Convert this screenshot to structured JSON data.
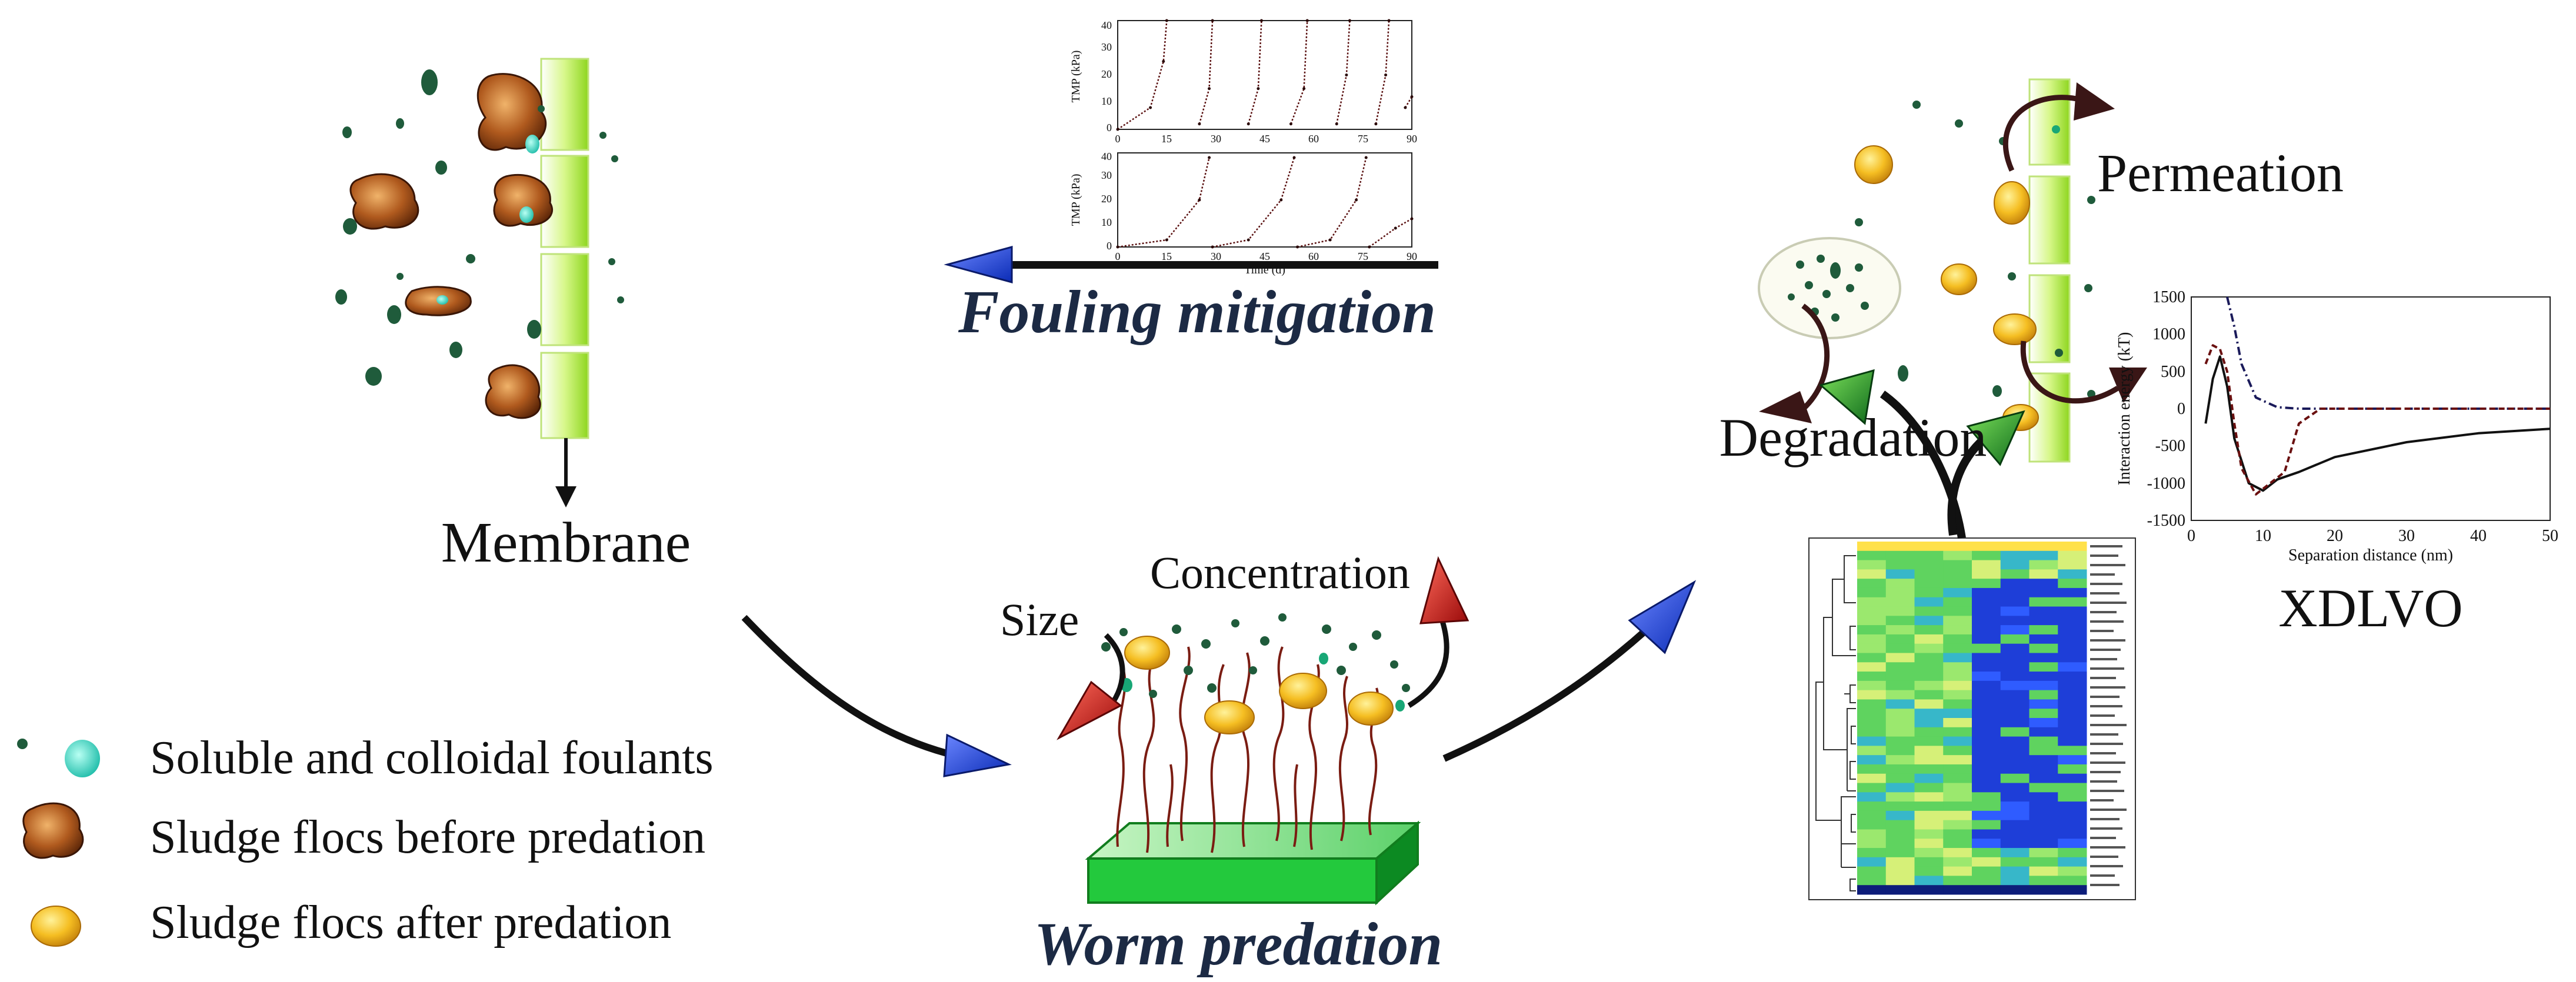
{
  "labels": {
    "membrane": "Membrane",
    "fouling_mitigation": "Fouling mitigation",
    "worm_predation": "Worm predation",
    "size": "Size",
    "concentration": "Concentration",
    "degradation": "Degradation",
    "permeation": "Permeation",
    "xdlvo": "XDLVO"
  },
  "legend": {
    "items": [
      {
        "text": "Soluble and colloidal foulants",
        "icon": "foulant-particles-icon"
      },
      {
        "text": "Sludge flocs before predation",
        "icon": "brown-floc-icon"
      },
      {
        "text": "Sludge flocs after predation",
        "icon": "yellow-floc-icon"
      }
    ]
  },
  "colors": {
    "membrane_green": "#c8f25a",
    "dark_green_dot": "#1e5a3a",
    "cyan_particle": "#2fd7c2",
    "brown_floc": "#8a4316",
    "yellow_floc": "#f1b21e",
    "arrow_black": "#111111",
    "arrow_blue": "#1e3fd8",
    "arrow_red": "#c41818",
    "arrow_green": "#17822a",
    "arrow_dark_red": "#3a1616"
  },
  "tmp_chart": {
    "ylabel": "TMP (kPa)",
    "xlabel": "Time (d)",
    "y_ticks": [
      "0",
      "10",
      "20",
      "30",
      "40"
    ],
    "x_ticks": [
      "0",
      "15",
      "30",
      "45",
      "60",
      "75",
      "90"
    ]
  },
  "chart_data": [
    {
      "type": "line",
      "title": "",
      "xlabel": "Time (d)",
      "ylabel": "TMP (kPa)",
      "xlim": [
        0,
        90
      ],
      "ylim": [
        0,
        40
      ],
      "series": [
        {
          "values_x": [
            0,
            10,
            14,
            15,
            25,
            28,
            29,
            40,
            43,
            44,
            53,
            57,
            58,
            67,
            70,
            71,
            79,
            82,
            83,
            88,
            90
          ],
          "values_y": [
            0,
            8,
            25,
            40,
            2,
            15,
            40,
            2,
            15,
            40,
            2,
            15,
            40,
            2,
            20,
            40,
            2,
            20,
            40,
            8,
            12
          ]
        }
      ]
    },
    {
      "type": "line",
      "title": "",
      "xlabel": "Time (d)",
      "ylabel": "TMP (kPa)",
      "xlim": [
        0,
        90
      ],
      "ylim": [
        0,
        40
      ],
      "series": [
        {
          "values_x": [
            0,
            15,
            25,
            28,
            29,
            40,
            50,
            54,
            55,
            65,
            73,
            76,
            77,
            85,
            90
          ],
          "values_y": [
            0,
            3,
            20,
            38,
            0,
            3,
            20,
            38,
            0,
            3,
            20,
            38,
            0,
            8,
            12
          ]
        }
      ]
    },
    {
      "type": "line",
      "title": "",
      "xlabel": "Separation distance (nm)",
      "ylabel": "Interaction energy (kT)",
      "xlim": [
        0,
        50
      ],
      "ylim": [
        -1500,
        1500
      ],
      "y_ticks": [
        "1500",
        "1000",
        "500",
        "0",
        "-500",
        "-1000",
        "-1500"
      ],
      "x_ticks": [
        "0",
        "10",
        "20",
        "30",
        "40",
        "50"
      ],
      "series": [
        {
          "style": "solid",
          "values_x": [
            2,
            3,
            4,
            5,
            6,
            8,
            10,
            12,
            15,
            20,
            30,
            40,
            50
          ],
          "values_y": [
            -200,
            400,
            700,
            300,
            -400,
            -1000,
            -1100,
            -950,
            -850,
            -650,
            -450,
            -330,
            -270
          ]
        },
        {
          "style": "dash-dot",
          "values_x": [
            5,
            6,
            7,
            9,
            12,
            15,
            20,
            30,
            50
          ],
          "values_y": [
            1500,
            1100,
            600,
            150,
            20,
            0,
            0,
            0,
            0
          ]
        },
        {
          "style": "dashed",
          "values_x": [
            2,
            3,
            4,
            5,
            6,
            7,
            9,
            11,
            13,
            15,
            18,
            20,
            30,
            50
          ],
          "values_y": [
            600,
            850,
            800,
            500,
            -200,
            -800,
            -1150,
            -1000,
            -850,
            -200,
            0,
            0,
            0,
            0
          ]
        }
      ]
    }
  ]
}
